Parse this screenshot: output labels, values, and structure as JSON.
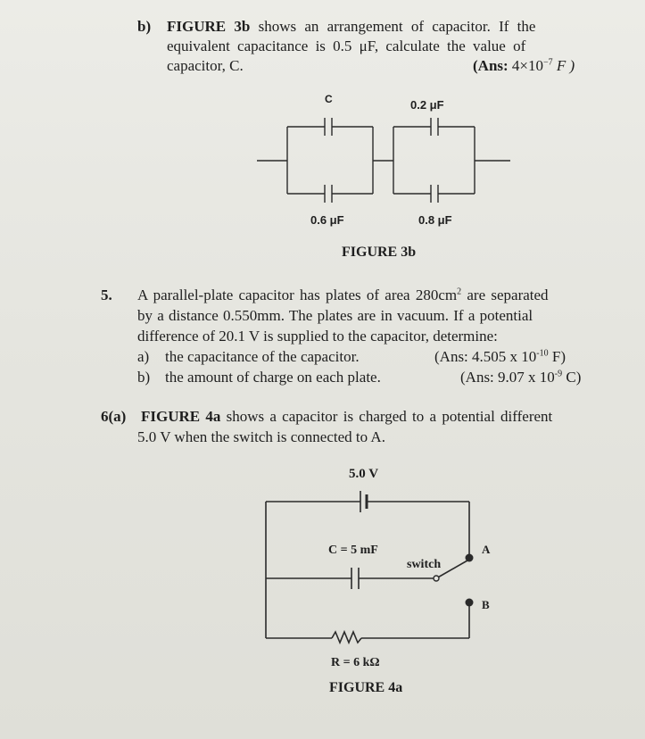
{
  "q4b": {
    "label": "b)",
    "figure_ref": "FIGURE 3b",
    "line1_rest": "shows an arrangement of capacitor. If the",
    "line2": "equivalent capacitance is 0.5 μF, calculate the value of",
    "line3": "capacitor, C.",
    "ans_prefix": "(Ans:",
    "ans_value": "4×10",
    "ans_exp": "−7",
    "ans_unit": "F )"
  },
  "figure3b": {
    "label_c": "C",
    "label_02": "0.2 μF",
    "label_06": "0.6 μF",
    "label_08": "0.8 μF",
    "caption": "FIGURE 3b"
  },
  "q5": {
    "number": "5.",
    "line1_pre": "A parallel-plate capacitor has plates of area",
    "area_value": "280cm",
    "area_exp": "2",
    "line1_post": "are separated",
    "line2": "by a distance 0.550mm. The plates are in vacuum. If a potential",
    "line3": "difference of 20.1 V is supplied to the capacitor, determine:",
    "a_label": "a)",
    "a_text": "the capacitance of the capacitor.",
    "a_ans": "(Ans: 4.505 x 10",
    "a_ans_exp": "-10",
    "a_ans_unit": "F)",
    "b_label": "b)",
    "b_text": "the amount of charge on each plate.",
    "b_ans": "(Ans: 9.07 x 10",
    "b_ans_exp": "-9",
    "b_ans_unit": "C)"
  },
  "q6a": {
    "number": "6(a)",
    "figure_ref": "FIGURE 4a",
    "line1_rest": "shows a capacitor is charged to a potential different",
    "line2": "5.0 V when the switch is connected to A."
  },
  "figure4a": {
    "battery_label": "5.0 V",
    "cap_label": "C = 5 mF",
    "switch_label": "switch",
    "a_label": "A",
    "b_label": "B",
    "resistor_label": "R = 6 kΩ",
    "caption": "FIGURE 4a"
  }
}
